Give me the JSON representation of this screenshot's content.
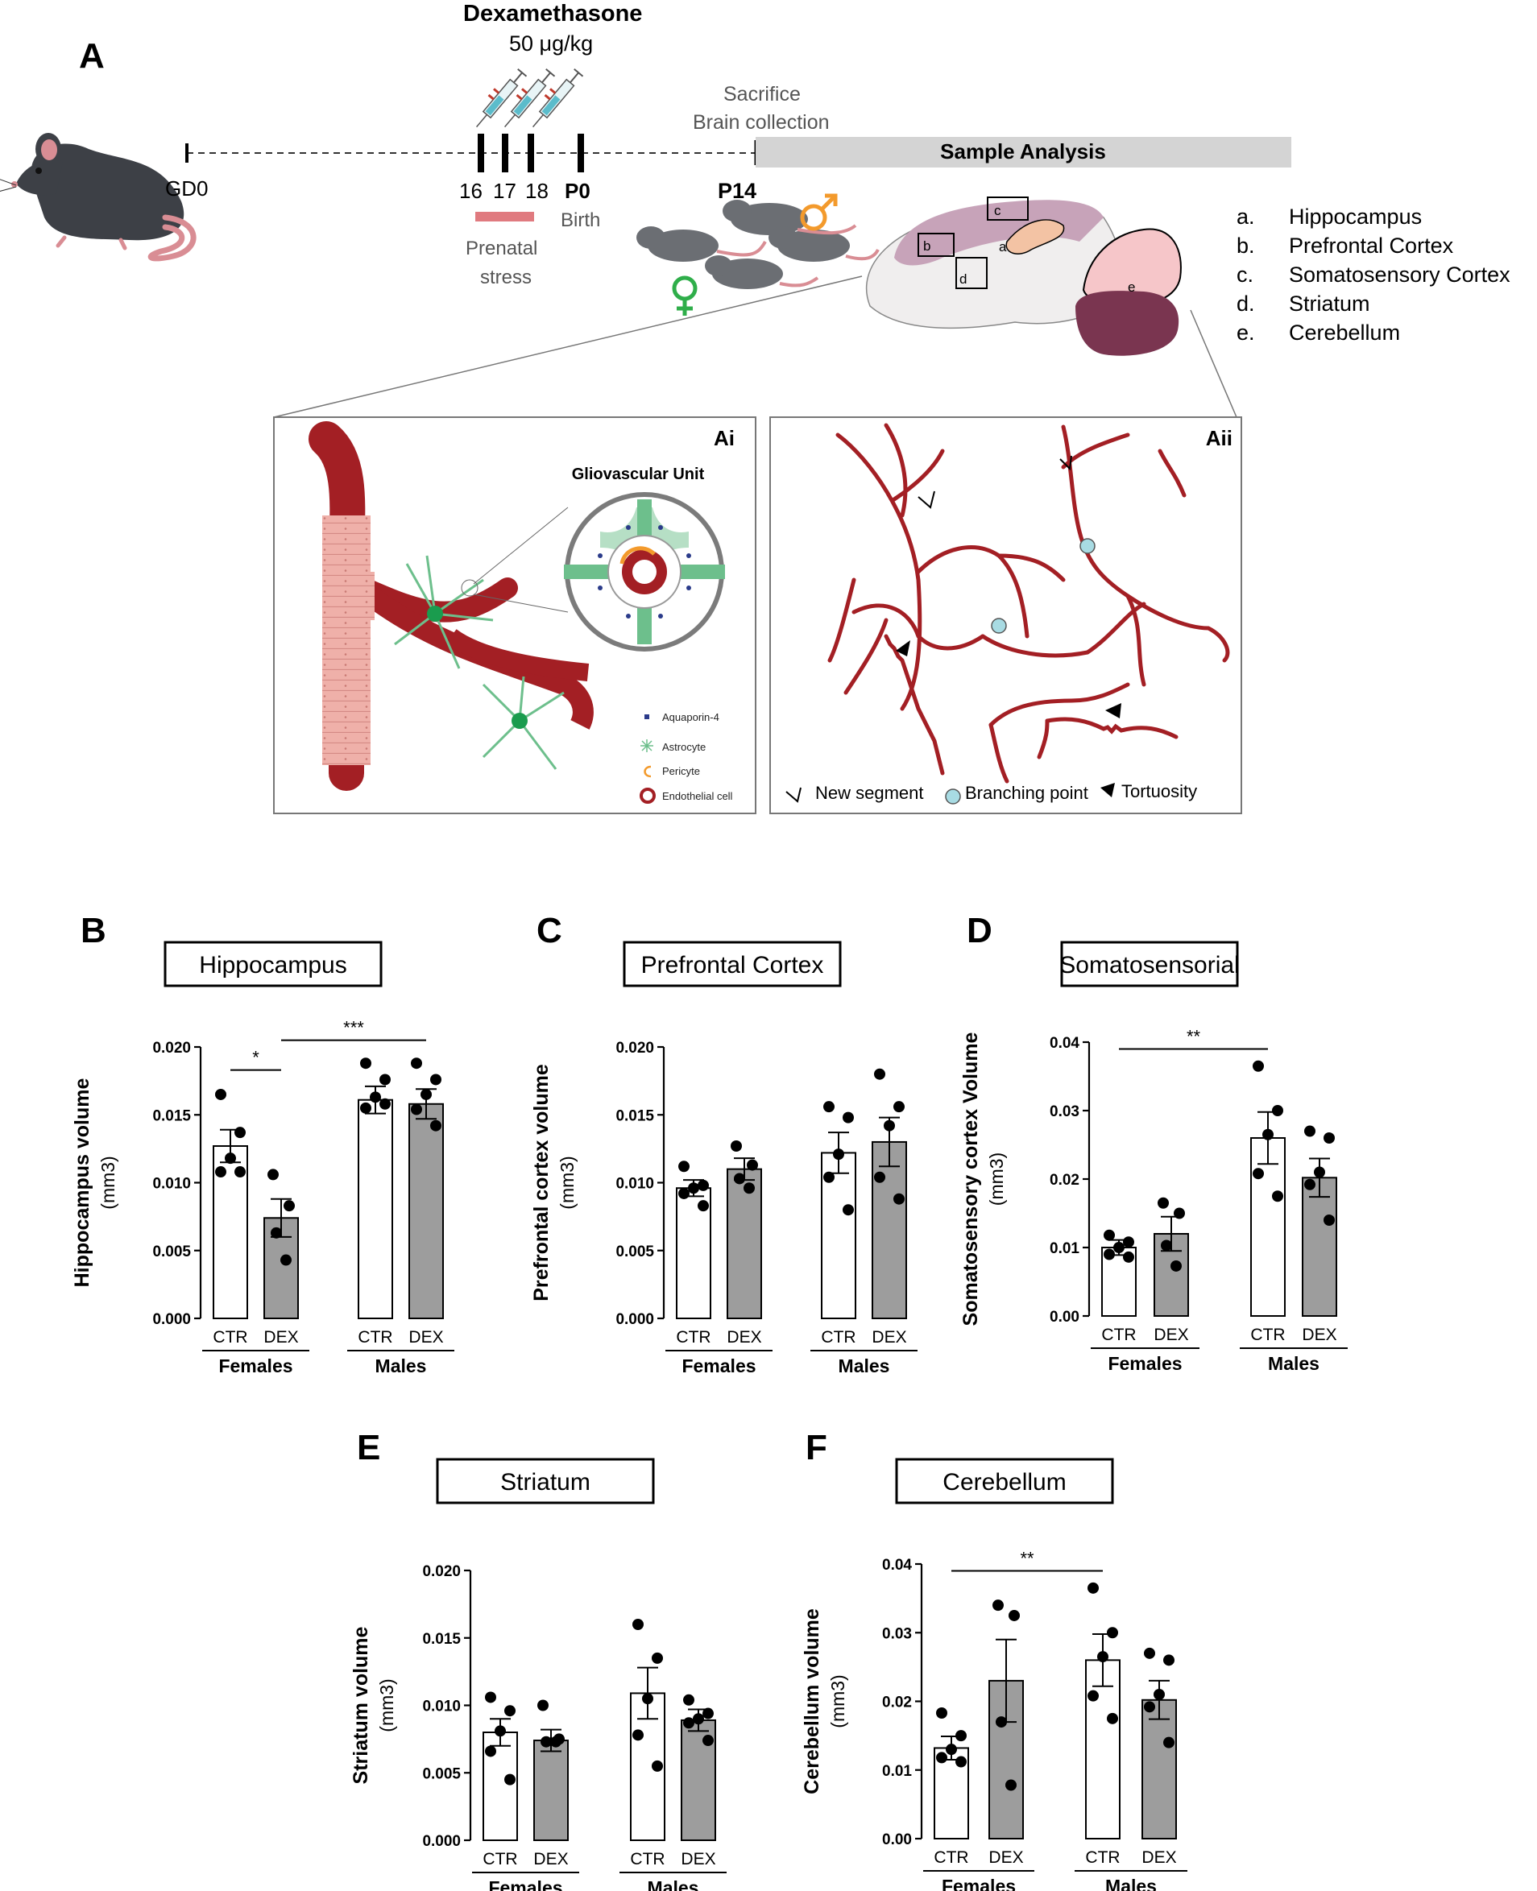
{
  "figure": {
    "schematic": {
      "letter": "A",
      "drug": "Dexamethasone",
      "dose": "50 μg/kg",
      "gd0": "GD0",
      "days": [
        "16",
        "17",
        "18"
      ],
      "p0": "P0",
      "birth": "Birth",
      "prenatal_stress": [
        "Prenatal",
        "stress"
      ],
      "sacrifice": [
        "Sacrifice",
        "Brain collection"
      ],
      "p14": "P14",
      "sample_analysis": "Sample Analysis",
      "region_boxes": [
        "a",
        "b",
        "c",
        "d",
        "e"
      ],
      "regions": [
        {
          "key": "a.",
          "name": "Hippocampus"
        },
        {
          "key": "b.",
          "name": "Prefrontal Cortex"
        },
        {
          "key": "c.",
          "name": "Somatosensory Cortex"
        },
        {
          "key": "d.",
          "name": "Striatum"
        },
        {
          "key": "e.",
          "name": "Cerebellum"
        }
      ],
      "ai": {
        "letter": "Ai",
        "title": "Gliovascular Unit",
        "legend": [
          "Aquaporin-4",
          "Astrocyte",
          "Pericyte",
          "Endothelial cell"
        ]
      },
      "aii": {
        "letter": "Aii",
        "legend": [
          "New segment",
          "Branching point",
          "Tortuosity"
        ]
      }
    },
    "colors": {
      "vessel": "#a31f24",
      "astrocyte": "#6dbf8c",
      "bar_dex": "#9d9d9d",
      "bar_ctr": "#ffffff",
      "brain_cortex": "#c7a3b9",
      "cerebellum": "#f6c6c9",
      "brainstem": "#7a3550",
      "stress_bar": "#e07a7f",
      "sample_bar": "#d4d4d4",
      "male": "#f39a2c",
      "female": "#2fae4a"
    }
  },
  "chart_data": [
    {
      "id": "B",
      "type": "bar",
      "title": "Hippocampus",
      "ylabel": "Hippocampus volume",
      "yunit": "(mm3)",
      "ylim": [
        0,
        0.02
      ],
      "yticks": [
        "0.000",
        "0.005",
        "0.010",
        "0.015",
        "0.020"
      ],
      "categories": [
        "CTR",
        "DEX",
        "CTR",
        "DEX"
      ],
      "groups": [
        "Females",
        "Males"
      ],
      "values": [
        0.0127,
        0.0074,
        0.0161,
        0.0158
      ],
      "sem": [
        0.0012,
        0.0014,
        0.001,
        0.0011
      ],
      "points": [
        [
          0.0165,
          0.0137,
          0.0118,
          0.0108,
          0.0108
        ],
        [
          0.0106,
          0.0083,
          0.0063,
          0.0043
        ],
        [
          0.0188,
          0.0176,
          0.0163,
          0.0155,
          0.0158
        ],
        [
          0.0188,
          0.0176,
          0.0165,
          0.0154,
          0.0142
        ]
      ],
      "significance": [
        {
          "from": 0,
          "to": 1,
          "label": "*",
          "y": 0.0183
        },
        {
          "from": 1,
          "to": 3,
          "label": "***",
          "y": 0.0205
        }
      ]
    },
    {
      "id": "C",
      "type": "bar",
      "title": "Prefrontal Cortex",
      "ylabel": "Prefrontal cortex volume",
      "yunit": "(mm3)",
      "ylim": [
        0,
        0.02
      ],
      "yticks": [
        "0.000",
        "0.005",
        "0.010",
        "0.015",
        "0.020"
      ],
      "categories": [
        "CTR",
        "DEX",
        "CTR",
        "DEX"
      ],
      "groups": [
        "Females",
        "Males"
      ],
      "values": [
        0.0096,
        0.011,
        0.0122,
        0.013
      ],
      "sem": [
        0.0006,
        0.0008,
        0.0015,
        0.0018
      ],
      "points": [
        [
          0.0112,
          0.0098,
          0.0096,
          0.0092,
          0.0083
        ],
        [
          0.0127,
          0.0113,
          0.0103,
          0.0096
        ],
        [
          0.0156,
          0.0148,
          0.0121,
          0.0104,
          0.008
        ],
        [
          0.018,
          0.0156,
          0.0142,
          0.0104,
          0.0088
        ]
      ],
      "significance": []
    },
    {
      "id": "D",
      "type": "bar",
      "title": "Somatosensorial",
      "ylabel": "Somatosensory cortex Volume",
      "yunit": "(mm3)",
      "ylim": [
        0,
        0.04
      ],
      "yticks": [
        "0.00",
        "0.01",
        "0.02",
        "0.03",
        "0.04"
      ],
      "categories": [
        "CTR",
        "DEX",
        "CTR",
        "DEX"
      ],
      "groups": [
        "Females",
        "Males"
      ],
      "values": [
        0.01,
        0.012,
        0.026,
        0.0202
      ],
      "sem": [
        0.0011,
        0.0025,
        0.0038,
        0.0028
      ],
      "points": [
        [
          0.0118,
          0.0108,
          0.01,
          0.009,
          0.0086
        ],
        [
          0.0165,
          0.015,
          0.0103,
          0.0073
        ],
        [
          0.0365,
          0.03,
          0.0265,
          0.0208,
          0.0175
        ],
        [
          0.027,
          0.026,
          0.021,
          0.0192,
          0.014
        ]
      ],
      "significance": [
        {
          "from": 0,
          "to": 2,
          "label": "**",
          "y": 0.039
        }
      ]
    },
    {
      "id": "E",
      "type": "bar",
      "title": "Striatum",
      "ylabel": "Striatum volume",
      "yunit": "(mm3)",
      "ylim": [
        0,
        0.02
      ],
      "yticks": [
        "0.000",
        "0.005",
        "0.010",
        "0.015",
        "0.020"
      ],
      "categories": [
        "CTR",
        "DEX",
        "CTR",
        "DEX"
      ],
      "groups": [
        "Females",
        "Males"
      ],
      "values": [
        0.008,
        0.0074,
        0.0109,
        0.0089
      ],
      "sem": [
        0.001,
        0.0008,
        0.0019,
        0.0008
      ],
      "points": [
        [
          0.0106,
          0.0096,
          0.0081,
          0.0066,
          0.0045
        ],
        [
          0.01,
          0.0075,
          0.0073,
          0.0073
        ],
        [
          0.016,
          0.0135,
          0.0105,
          0.0078,
          0.0055
        ],
        [
          0.0104,
          0.0094,
          0.009,
          0.0087,
          0.0074
        ]
      ],
      "significance": []
    },
    {
      "id": "F",
      "type": "bar",
      "title": "Cerebellum",
      "ylabel": "Cerebellum  volume",
      "yunit": "(mm3)",
      "ylim": [
        0,
        0.04
      ],
      "yticks": [
        "0.00",
        "0.01",
        "0.02",
        "0.03",
        "0.04"
      ],
      "categories": [
        "CTR",
        "DEX",
        "CTR",
        "DEX"
      ],
      "groups": [
        "Females",
        "Males"
      ],
      "values": [
        0.0132,
        0.023,
        0.026,
        0.0202
      ],
      "sem": [
        0.0017,
        0.006,
        0.0038,
        0.0028
      ],
      "points": [
        [
          0.0183,
          0.015,
          0.013,
          0.0118,
          0.0112
        ],
        [
          0.034,
          0.0325,
          0.017,
          0.0078
        ],
        [
          0.0365,
          0.03,
          0.0265,
          0.0208,
          0.0175
        ],
        [
          0.027,
          0.026,
          0.021,
          0.0192,
          0.014
        ]
      ],
      "significance": [
        {
          "from": 0,
          "to": 2,
          "label": "**",
          "y": 0.039
        }
      ]
    }
  ]
}
